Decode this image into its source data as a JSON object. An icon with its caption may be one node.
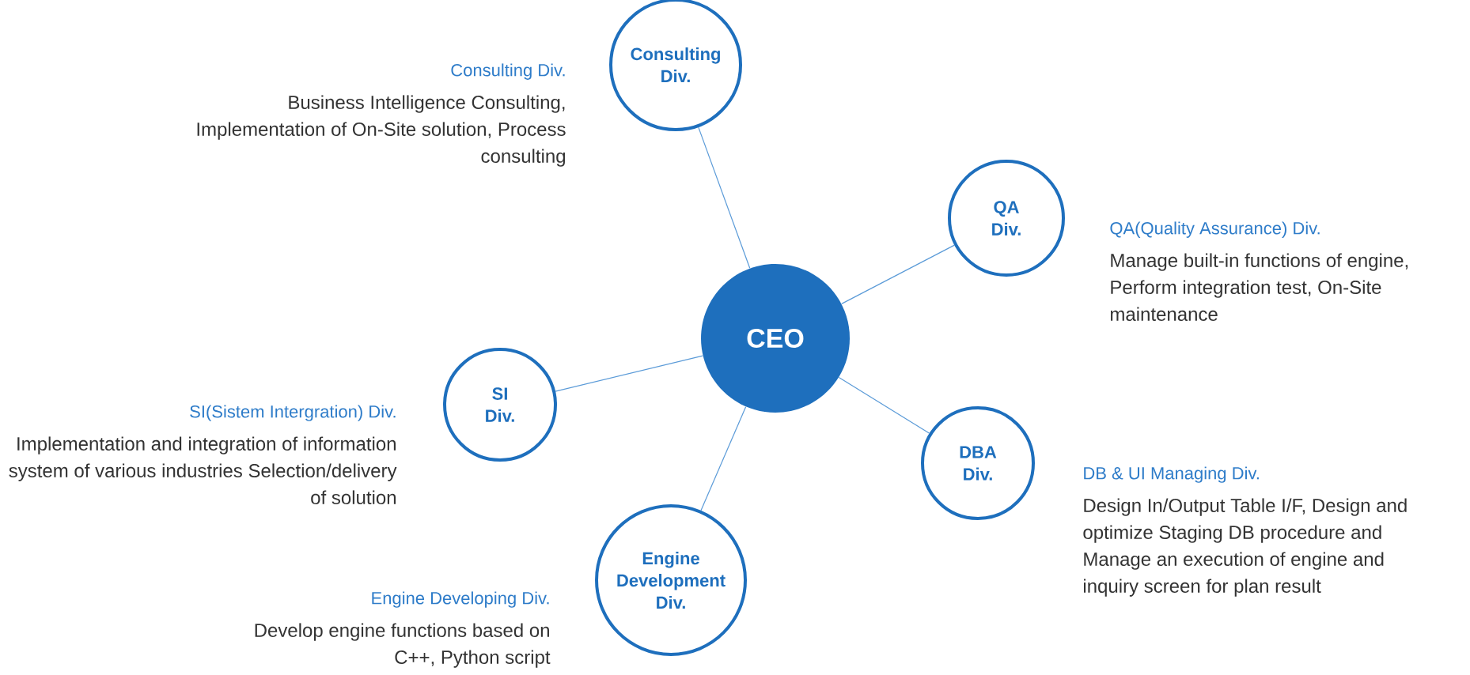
{
  "diagram": {
    "nodes": [
      {
        "text": [
          "CEO"
        ]
      },
      {
        "text": [
          "Consulting Div."
        ],
        "beside": [
          "Consulting Div.",
          "Business Intelligence Consulting, Implementation of On-Site solution, Process consulting"
        ]
      },
      {
        "text": [
          "QA Div."
        ],
        "beside": [
          "QA(Quality Assurance) Div.",
          "Manage built-in functions of engine, Perform integration test, On-Site maintenance"
        ]
      },
      {
        "text": [
          "SI Div."
        ],
        "beside": [
          "SI(Sistem Intergration) Div.",
          "Implementation and integration of information system of various industries Selection/delivery of solution"
        ]
      },
      {
        "text": [
          "DBA Div."
        ],
        "beside": [
          "DB & UI Managing Div.",
          "Design In/Output Table I/F, Design and optimize Staging DB procedure and Manage an execution of engine and inquiry screen for plan result"
        ]
      },
      {
        "text": [
          "Engine Development Div."
        ],
        "beside": [
          "Engine Developing Div.",
          "Develop engine functions based on C++, Python script"
        ]
      }
    ],
    "edges": [
      {
        "from": 0,
        "to": 1,
        "arrow": "none"
      },
      {
        "from": 0,
        "to": 2,
        "arrow": "none"
      },
      {
        "from": 0,
        "to": 3,
        "arrow": "none"
      },
      {
        "from": 0,
        "to": 4,
        "arrow": "none"
      },
      {
        "from": 0,
        "to": 5,
        "arrow": "none"
      }
    ]
  }
}
